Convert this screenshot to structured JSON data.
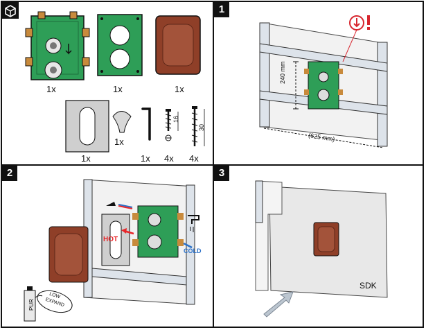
{
  "kit": {
    "parts": [
      {
        "name": "mixing-valve-body",
        "qty": "1x"
      },
      {
        "name": "mounting-plate",
        "qty": "1x"
      },
      {
        "name": "protective-cover",
        "qty": "1x"
      },
      {
        "name": "sealing-gasket",
        "qty": "1x"
      },
      {
        "name": "handle-knob",
        "qty": "1x"
      },
      {
        "name": "allen-key",
        "qty": "1x"
      },
      {
        "name": "screw-16",
        "qty": "4x",
        "size": "16"
      },
      {
        "name": "screw-30",
        "qty": "4x",
        "size": "30"
      }
    ]
  },
  "steps": [
    {
      "number": "1",
      "height_label": "240 mm",
      "width_label": "(625 mm)"
    },
    {
      "number": "2",
      "hot_label": "HOT",
      "cold_label": "COLD",
      "tube_label": "PUR",
      "foam_label_1": "LOW",
      "foam_label_2": "EXPAND"
    },
    {
      "number": "3",
      "code": "SDK"
    }
  ],
  "colors": {
    "frame_green": "#2e9e57",
    "brass": "#c88a3c",
    "cover_brown": "#8f3f28",
    "hot": "#e8262a",
    "cold": "#2a70c8",
    "warning_red": "#d7262e"
  }
}
